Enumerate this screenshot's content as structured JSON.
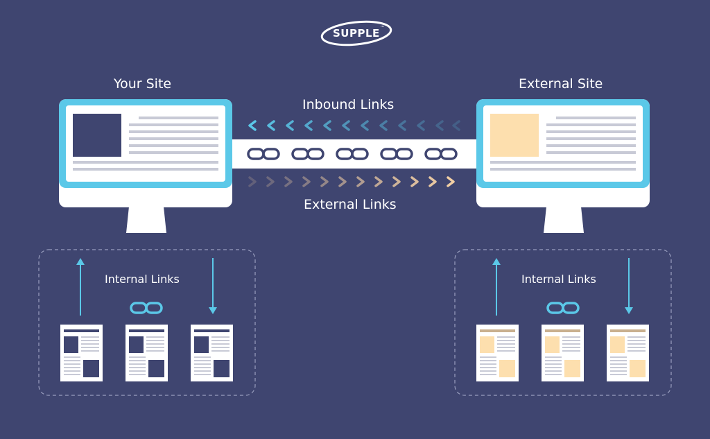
{
  "logo": {
    "text": "SUPPLE",
    "mark": "™"
  },
  "your_site": {
    "label": "Your Site"
  },
  "external_site": {
    "label": "External Site"
  },
  "inbound": {
    "label": "Inbound Links"
  },
  "external": {
    "label": "External Links"
  },
  "internal_left": {
    "label": "Internal Links"
  },
  "internal_right": {
    "label": "Internal Links"
  },
  "colors": {
    "background": "#3f4570",
    "screen_accent": "#5bc8e8",
    "monitor_body": "#ffffff",
    "your_site_block": "#3f4570",
    "external_site_block": "#fddfae",
    "text_lines": "#c8cad6",
    "chain_link": "#3f4570",
    "inbound_chevron": "#5bc8e8",
    "external_chevron": "#f2cfa4"
  },
  "icons": [
    "supple-logo",
    "monitor-icon",
    "chain-link-icon",
    "chevron-left-icon",
    "chevron-right-icon",
    "arrow-up-icon",
    "arrow-down-icon",
    "document-icon"
  ]
}
